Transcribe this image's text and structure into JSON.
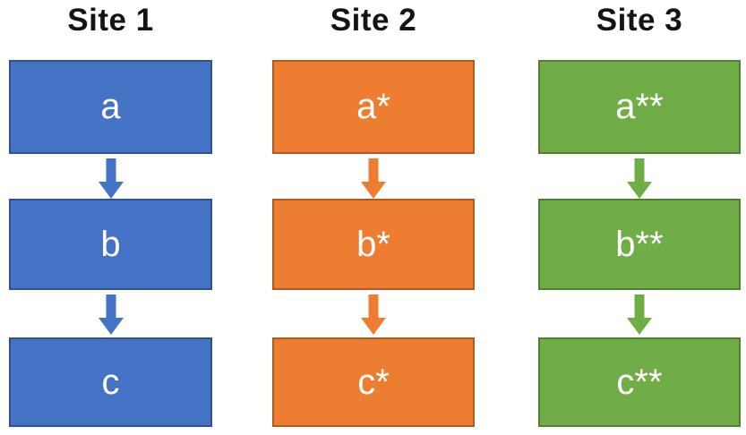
{
  "diagram": {
    "title_color": "#141414",
    "label_color": "#ffffff",
    "columns": [
      {
        "title": "Site 1",
        "fill": "#4472C4",
        "border": "#2F528F",
        "boxes": [
          "a",
          "b",
          "c"
        ]
      },
      {
        "title": "Site 2",
        "fill": "#ED7D31",
        "border": "#AE5A21",
        "boxes": [
          "a*",
          "b*",
          "c*"
        ]
      },
      {
        "title": "Site 3",
        "fill": "#70AD47",
        "border": "#507E32",
        "boxes": [
          "a**",
          "b**",
          "c**"
        ]
      }
    ]
  }
}
